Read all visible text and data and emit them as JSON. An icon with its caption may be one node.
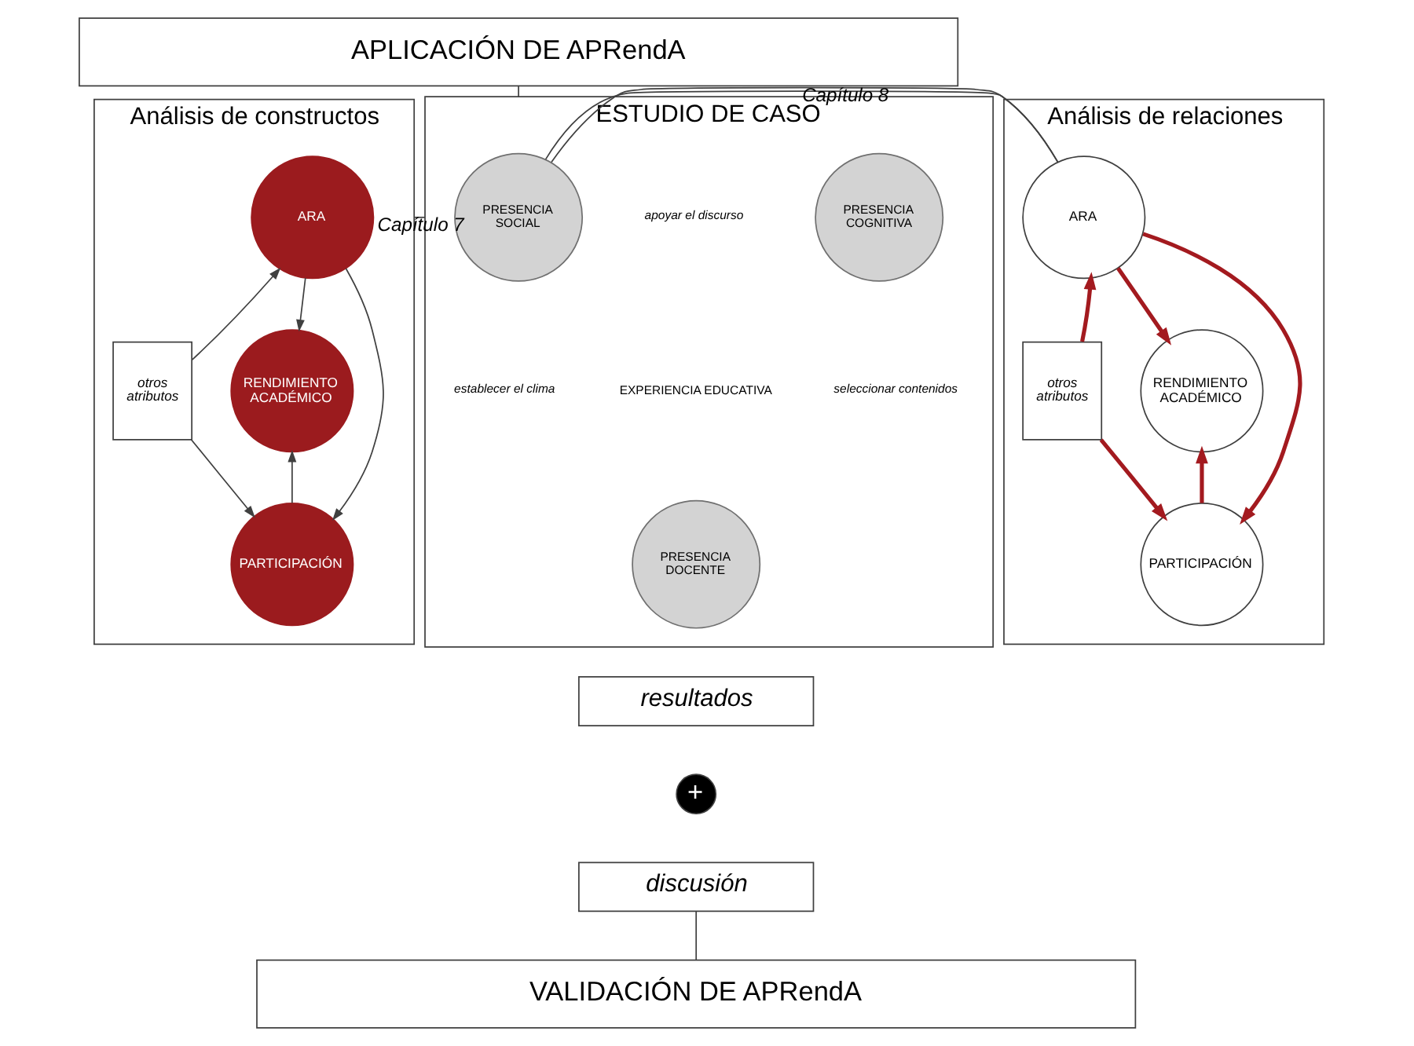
{
  "diagram": {
    "nodes": [
      {
        "text": [
          "APLICACIÓN DE APRendA"
        ]
      },
      {
        "text": [
          "ESTUDIO DE CASO"
        ]
      },
      {
        "text": [
          "PRESENCIA SOCIAL"
        ],
        "in": 1
      },
      {
        "text": [
          "PRESENCIA COGNITIVA"
        ],
        "in": 1
      },
      {
        "text": [
          "PRESENCIA DOCENTE"
        ],
        "in": 1
      },
      {
        "text": [
          "Análisis de constructos"
        ]
      },
      {
        "text": [
          "ARA"
        ],
        "in": 5
      },
      {
        "text": [
          "otros atributos"
        ],
        "in": 5
      },
      {
        "text": [
          "RENDIMIENTO ACADÉMICO"
        ],
        "in": 5
      },
      {
        "text": [
          "PARTICIPACIÓN"
        ],
        "in": 5
      },
      {
        "text": [
          "Análisis de relaciones"
        ]
      },
      {
        "text": [
          "ARA"
        ],
        "in": 10
      },
      {
        "text": [
          "otros atributos"
        ],
        "in": 10
      },
      {
        "text": [
          "RENDIMIENTO ACADÉMICO"
        ],
        "in": 10
      },
      {
        "text": [
          "PARTICIPACIÓN"
        ],
        "in": 10
      },
      {
        "text": [
          "resultados"
        ]
      },
      {
        "text": [
          "+"
        ]
      },
      {
        "text": [
          "discusión"
        ]
      },
      {
        "text": [
          "VALIDACIÓN DE APRendA"
        ]
      }
    ],
    "edges": [
      {
        "from": 0,
        "to": 1,
        "arrow": "none"
      },
      {
        "from": 1,
        "to": 5,
        "arrow": "none",
        "label": "Capítulo 7"
      },
      {
        "from": 1,
        "to": 10,
        "arrow": "none",
        "label": "Capítulo 8"
      },
      {
        "from": 7,
        "to": 6,
        "arrow": "to"
      },
      {
        "from": 7,
        "to": 9,
        "arrow": "to"
      },
      {
        "from": 6,
        "to": 9,
        "arrow": "to"
      },
      {
        "from": 6,
        "to": 8,
        "arrow": "to"
      },
      {
        "from": 9,
        "to": 8,
        "arrow": "to"
      },
      {
        "from": 12,
        "to": 11,
        "arrow": "to",
        "style": "thick",
        "color": "#a31a1f"
      },
      {
        "from": 12,
        "to": 14,
        "arrow": "to",
        "style": "thick",
        "color": "#a31a1f"
      },
      {
        "from": 11,
        "to": 14,
        "arrow": "to",
        "style": "thick",
        "color": "#a31a1f"
      },
      {
        "from": 11,
        "to": 13,
        "arrow": "to",
        "style": "thick",
        "color": "#a31a1f"
      },
      {
        "from": 14,
        "to": 13,
        "arrow": "to",
        "style": "thick",
        "color": "#a31a1f"
      },
      {
        "from": 17,
        "to": 18,
        "arrow": "none"
      }
    ],
    "labels": [
      "apoyar el discurso",
      "EXPERIENCIA EDUCATIVA",
      "establecer el clima",
      "seleccionar contenidos"
    ]
  }
}
